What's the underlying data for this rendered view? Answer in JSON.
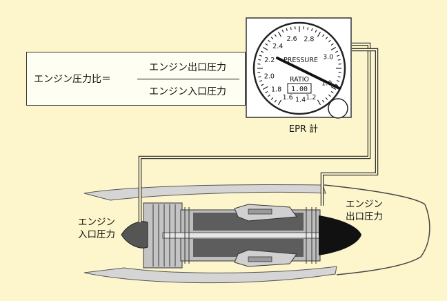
{
  "formula": {
    "lhs": "エンジン圧力比＝",
    "numerator": "エンジン出口圧力",
    "denominator": "エンジン入口圧力"
  },
  "gauge": {
    "caption": "EPR 計",
    "pressure_label": "PRESSURE",
    "ratio_label": "RATIO",
    "readout": "1.00",
    "scale_labels": [
      "1.2",
      "1.4",
      "1.6",
      "1.8",
      "2.0",
      "2.2",
      "2.4",
      "2.6",
      "2.8",
      "3.0",
      "1.0"
    ]
  },
  "callouts": {
    "inlet": [
      "エンジン",
      "入口圧力"
    ],
    "outlet": [
      "エンジン",
      "出口圧力"
    ]
  },
  "colors": {
    "background": "#fdf6cc",
    "engine_dark": "#5d5d5d",
    "engine_light": "#c4c4c4",
    "nacelle": "#d5d5d5"
  }
}
